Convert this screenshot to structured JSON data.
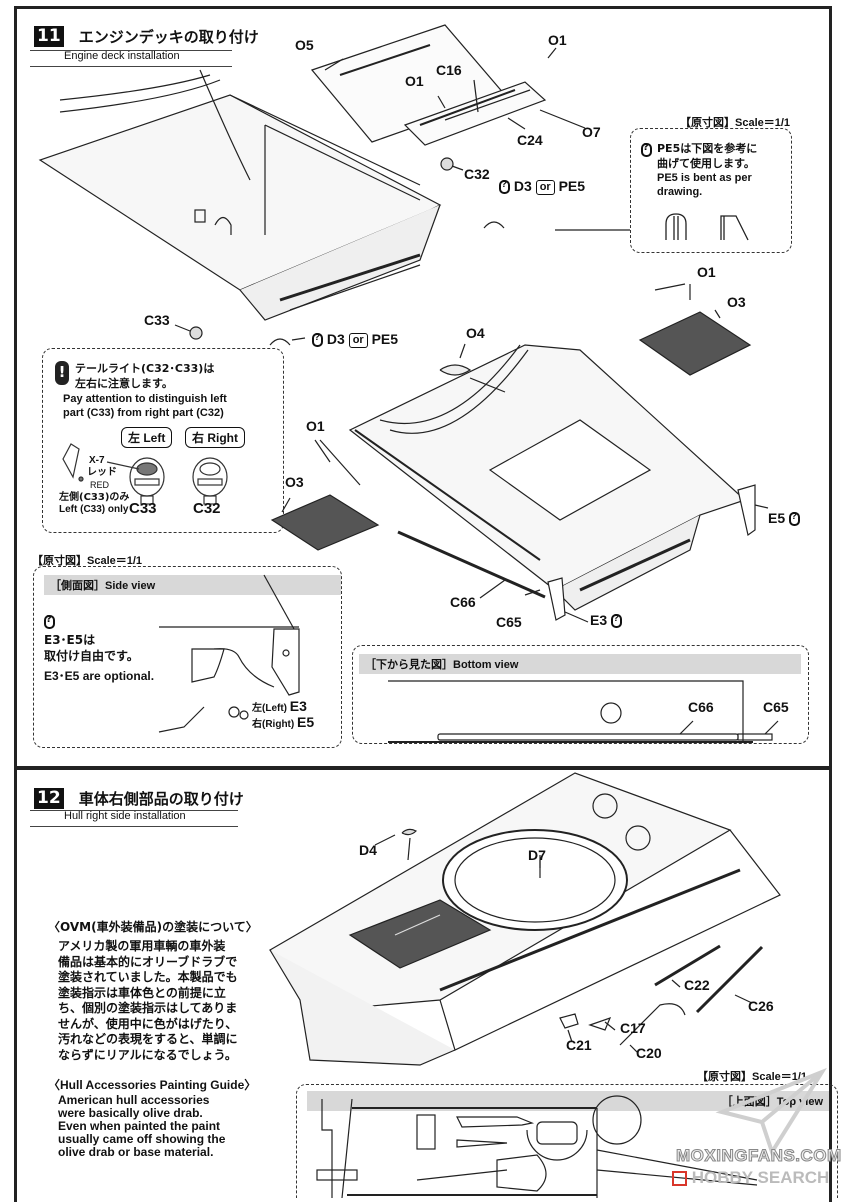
{
  "step11": {
    "number": "11",
    "title_jp": "エンジンデッキの取り付け",
    "title_en": "Engine deck installation",
    "parts": {
      "o5": "O5",
      "o1_top": "O1",
      "o1_mid": "O1",
      "c16": "C16",
      "c24": "C24",
      "o7": "O7",
      "c32": "C32",
      "c33": "C33",
      "d3": "D3",
      "or": "or",
      "pe5": "PE5",
      "o4": "O4",
      "o1_right": "O1",
      "o3_right": "O3",
      "o1_left": "O1",
      "o3_left": "O3",
      "e5": "E5",
      "e3": "E3",
      "c66": "C66",
      "c65": "C65"
    },
    "pe5_note": {
      "scale": "【原寸図】Scale＝1/1",
      "jp_line1": "PE5は下図を参考に",
      "jp_line2": "曲げて使用します。",
      "en": "PE5 is bent as per drawing."
    },
    "taillight_note": {
      "jp_line1": "テールライト(C32･C33)は",
      "jp_line2": "左右に注意します。",
      "en_line1": "Pay attention to distinguish left",
      "en_line2": "part (C33) from right part (C32)",
      "left_label": "左 Left",
      "right_label": "右 Right",
      "paint_code": "X-7",
      "paint_jp": "レッド",
      "paint_en": "RED",
      "left_only_jp": "左側(C33)のみ",
      "left_only_en": "Left (C33) only",
      "left_part": "C33",
      "right_part": "C32"
    },
    "side_view": {
      "scale": "【原寸図】Scale＝1/1",
      "header": "［側面図］Side view",
      "jp_line1": "E3･E5は",
      "jp_line2": "取付け自由です。",
      "en": "E3･E5 are optional.",
      "left_label": "左(Left)",
      "left_part": "E3",
      "right_label": "右(Right)",
      "right_part": "E5"
    },
    "bottom_view": {
      "header": "［下から見た図］Bottom view",
      "c66": "C66",
      "c65": "C65"
    }
  },
  "step12": {
    "number": "12",
    "title_jp": "車体右側部品の取り付け",
    "title_en": "Hull right side installation",
    "parts": {
      "d4": "D4",
      "d7": "D7",
      "c22": "C22",
      "c26": "C26",
      "c17": "C17",
      "c21": "C21",
      "c20": "C20"
    },
    "ovm_note": {
      "title_jp": "〈OVM(車外装備品)の塗装について〉",
      "body_jp": [
        "アメリカ製の軍用車輌の車外装",
        "備品は基本的にオリーブドラブで",
        "塗装されていました。本製品でも",
        "塗装指示は車体色との前提に立",
        "ち、個別の塗装指示はしてありま",
        "せんが、使用中に色がはげたり、",
        "汚れなどの表現をすると、単調に",
        "ならずにリアルになるでしょう。"
      ],
      "title_en": "〈Hull Accessories Painting Guide〉",
      "body_en": [
        "American hull accessories",
        "were basically olive drab.",
        "Even when painted the paint",
        "usually came off showing the",
        "olive drab or base material."
      ]
    },
    "top_view": {
      "scale": "【原寸図】Scale＝1/1",
      "header": "［上面図］Top view"
    }
  },
  "watermark": {
    "line1": "MOXINGFANS.COM",
    "line2": "HOBBY SEARCH",
    "brand_color": "#d9372b"
  }
}
